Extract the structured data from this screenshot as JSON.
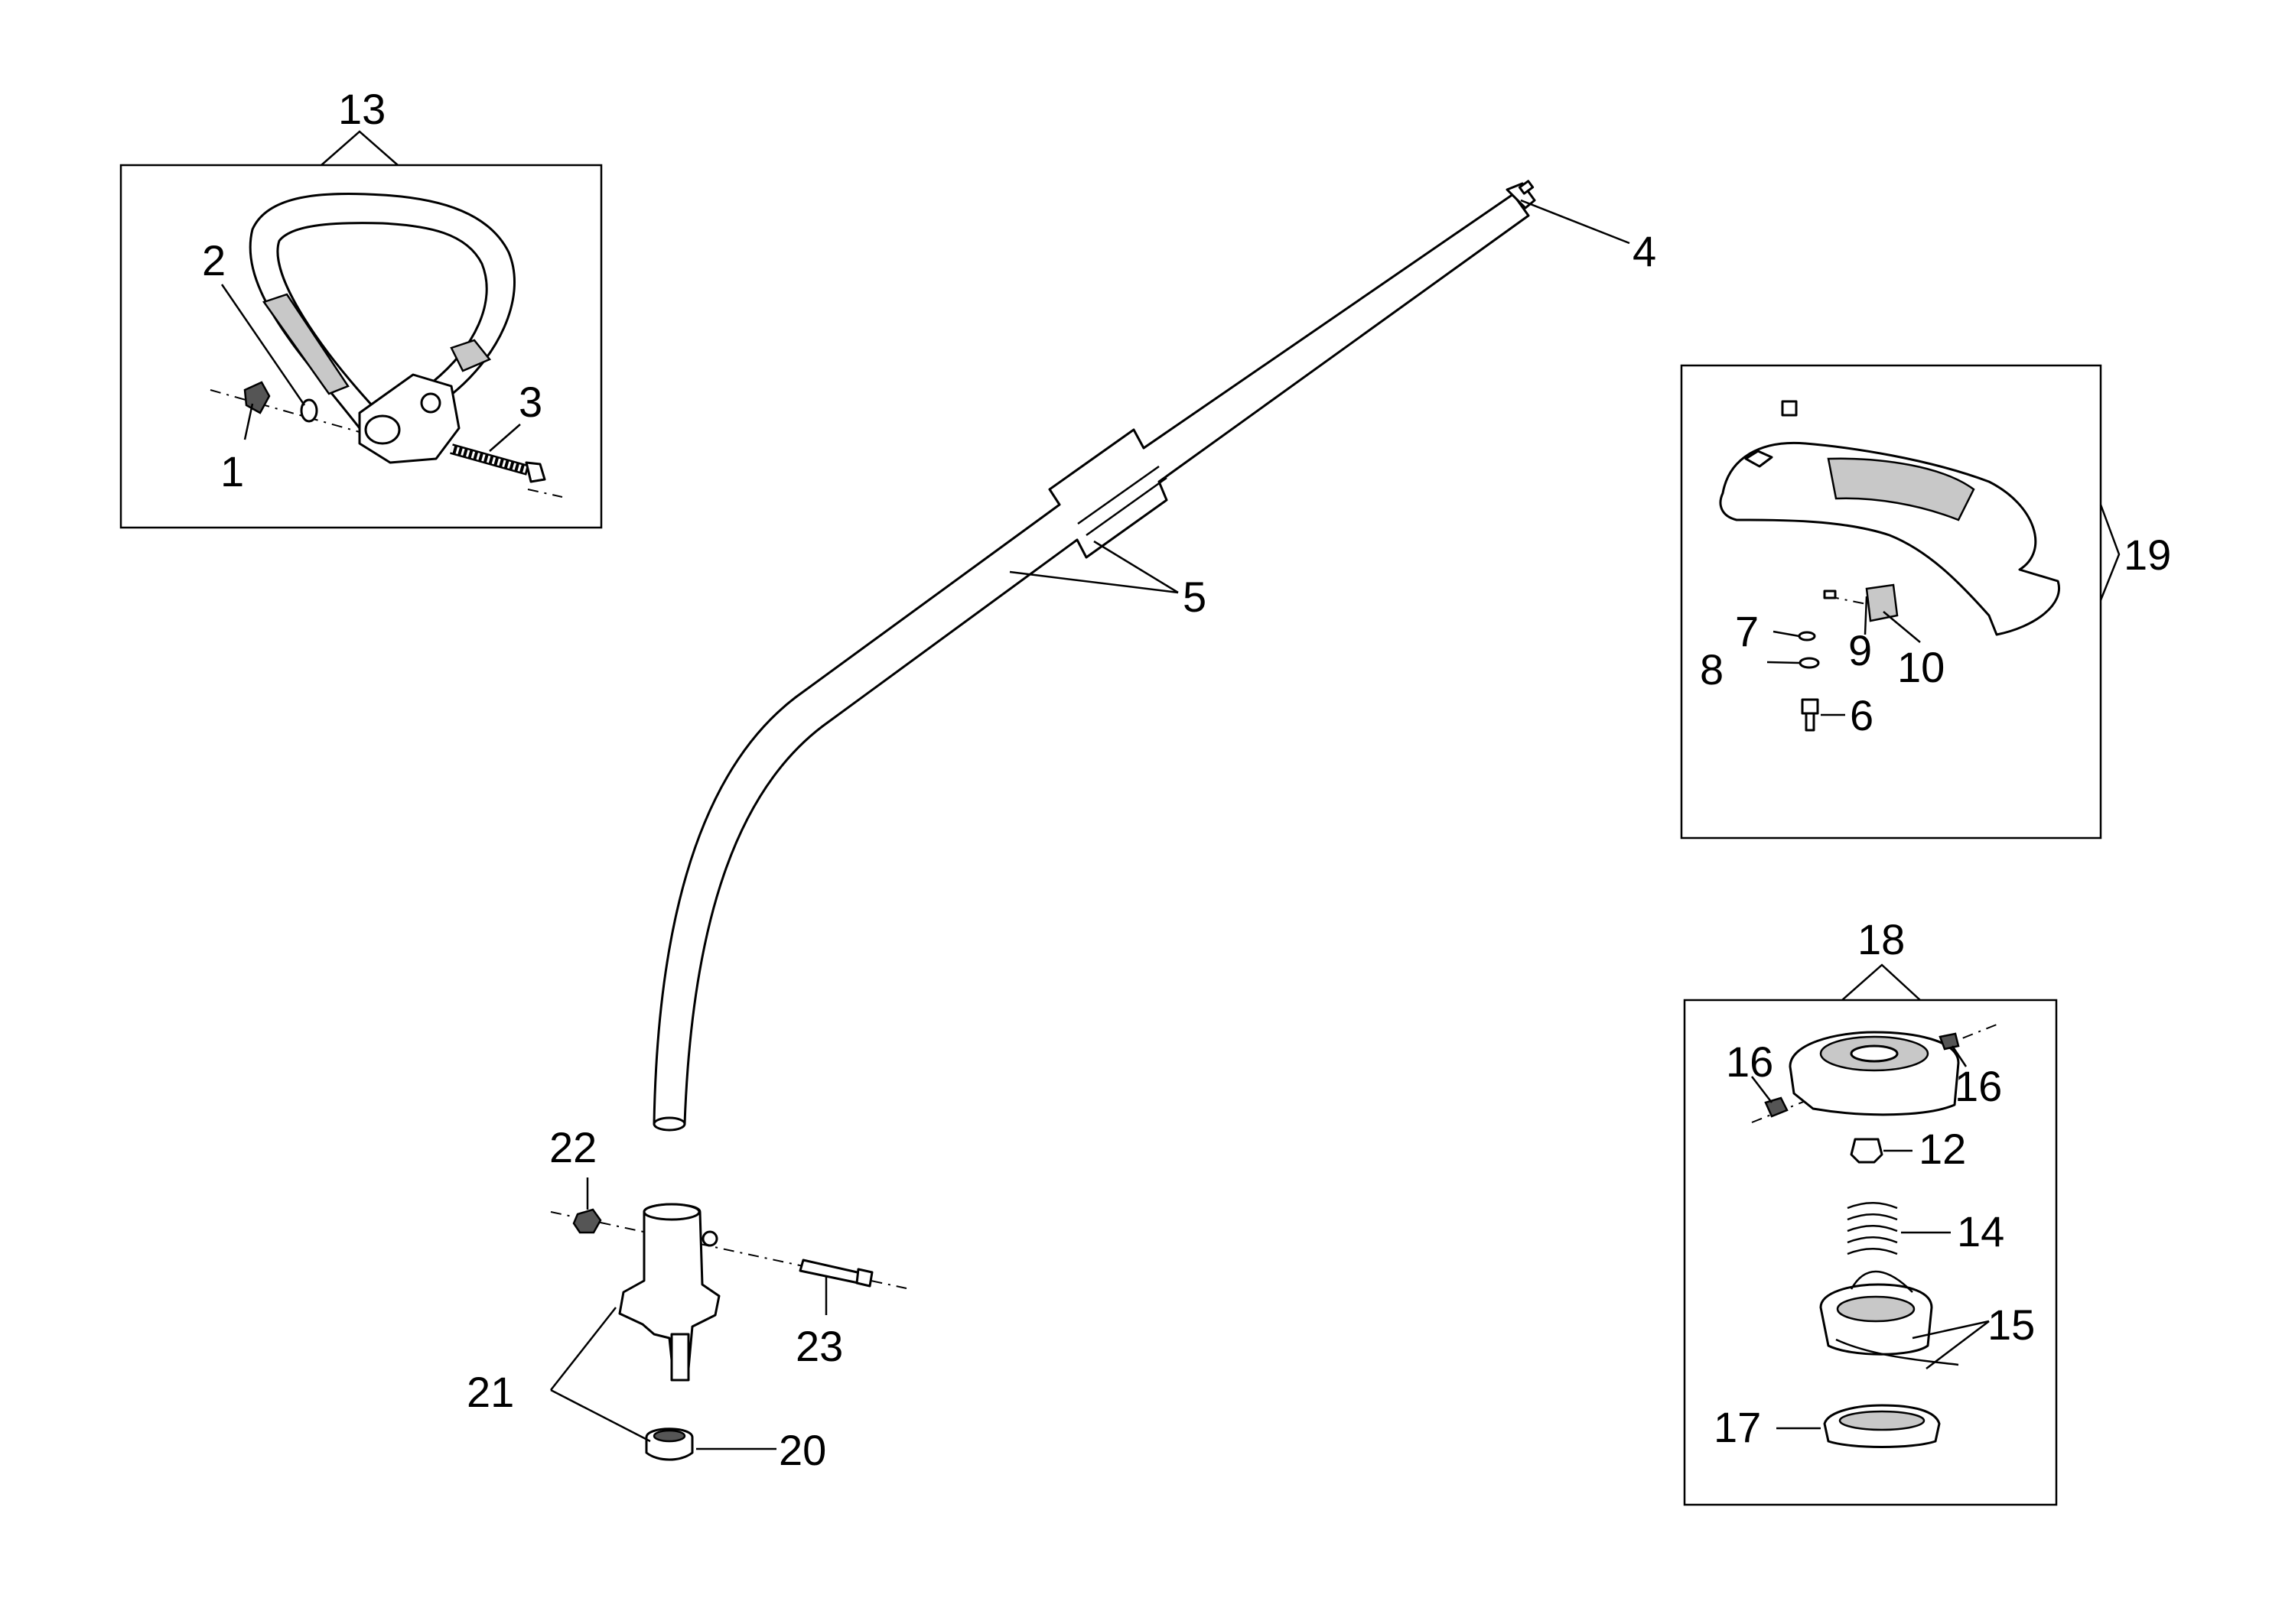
{
  "callouts": {
    "c1": "1",
    "c2": "2",
    "c3": "3",
    "c4": "4",
    "c5": "5",
    "c6": "6",
    "c7": "7",
    "c8": "8",
    "c9": "9",
    "c10": "10",
    "c12": "12",
    "c13": "13",
    "c14": "14",
    "c15": "15",
    "c16a": "16",
    "c16b": "16",
    "c17": "17",
    "c18": "18",
    "c19": "19",
    "c20": "20",
    "c21": "21",
    "c22": "22",
    "c23": "23"
  }
}
